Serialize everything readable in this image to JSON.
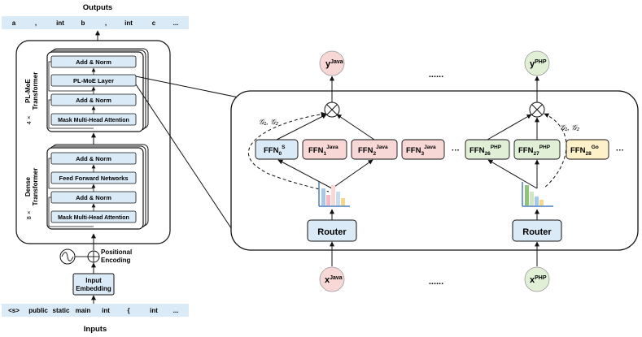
{
  "outputs": {
    "title": "Outputs",
    "tokens": [
      "a",
      ",",
      "int",
      "b",
      ",",
      "int",
      "c",
      "..."
    ]
  },
  "inputs": {
    "title": "Inputs",
    "tokens": [
      "<s>",
      "public",
      "static",
      "main",
      "int",
      "{",
      "int",
      "..."
    ]
  },
  "plmoe_block": {
    "label_line1": "PL-MoE",
    "label_line2": "Transformer",
    "repeat": "4 ×",
    "layers": [
      "Add & Norm",
      "PL-MoE Layer",
      "Add & Norm",
      "Mask Multi-Head Attention"
    ]
  },
  "dense_block": {
    "label_line1": "Dense",
    "label_line2": "Transformer",
    "repeat": "8 ×",
    "layers": [
      "Add & Norm",
      "Feed Forward Networks",
      "Add & Norm",
      "Mask Multi-Head Attention"
    ]
  },
  "positional_encoding": {
    "line1": "Positional",
    "line2": "Encoding"
  },
  "input_embedding": {
    "line1": "Input",
    "line2": "Embedding"
  },
  "moe": {
    "router_label": "Router",
    "ellipsis": "......",
    "more": "···",
    "left": {
      "y_base": "y",
      "y_sup": "Java",
      "x_base": "x",
      "x_sup": "Java",
      "loss": "𝒢₁, 𝒢₂"
    },
    "right": {
      "y_base": "y",
      "y_sup": "PHP",
      "x_base": "x",
      "x_sup": "PHP",
      "loss": "𝒢₁, 𝒢₂"
    },
    "experts": [
      {
        "base": "FFN",
        "sub": "0",
        "sup": "S",
        "kind": "shared"
      },
      {
        "base": "FFN",
        "sub": "1",
        "sup": "Java",
        "kind": "java"
      },
      {
        "base": "FFN",
        "sub": "2",
        "sup": "Java",
        "kind": "java"
      },
      {
        "base": "FFN",
        "sub": "3",
        "sup": "Java",
        "kind": "java"
      },
      {
        "base": "FFN",
        "sub": "26",
        "sup": "PHP",
        "kind": "php"
      },
      {
        "base": "FFN",
        "sub": "27",
        "sup": "PHP",
        "kind": "php"
      },
      {
        "base": "FFN",
        "sub": "28",
        "sup": "Go",
        "kind": "go"
      }
    ],
    "colors": {
      "shared": "#dbeaf7",
      "java": "#f8d7d7",
      "php": "#e1efd6",
      "go": "#fdf1c9",
      "router": "#dbeaf7",
      "bar_blue": "#4a7fc1",
      "bar_green": "#8fc47c",
      "bar_pink": "#f4b8c4",
      "bar_lightblue": "#a8c8ea",
      "bar_yellow": "#f3d98c"
    }
  }
}
